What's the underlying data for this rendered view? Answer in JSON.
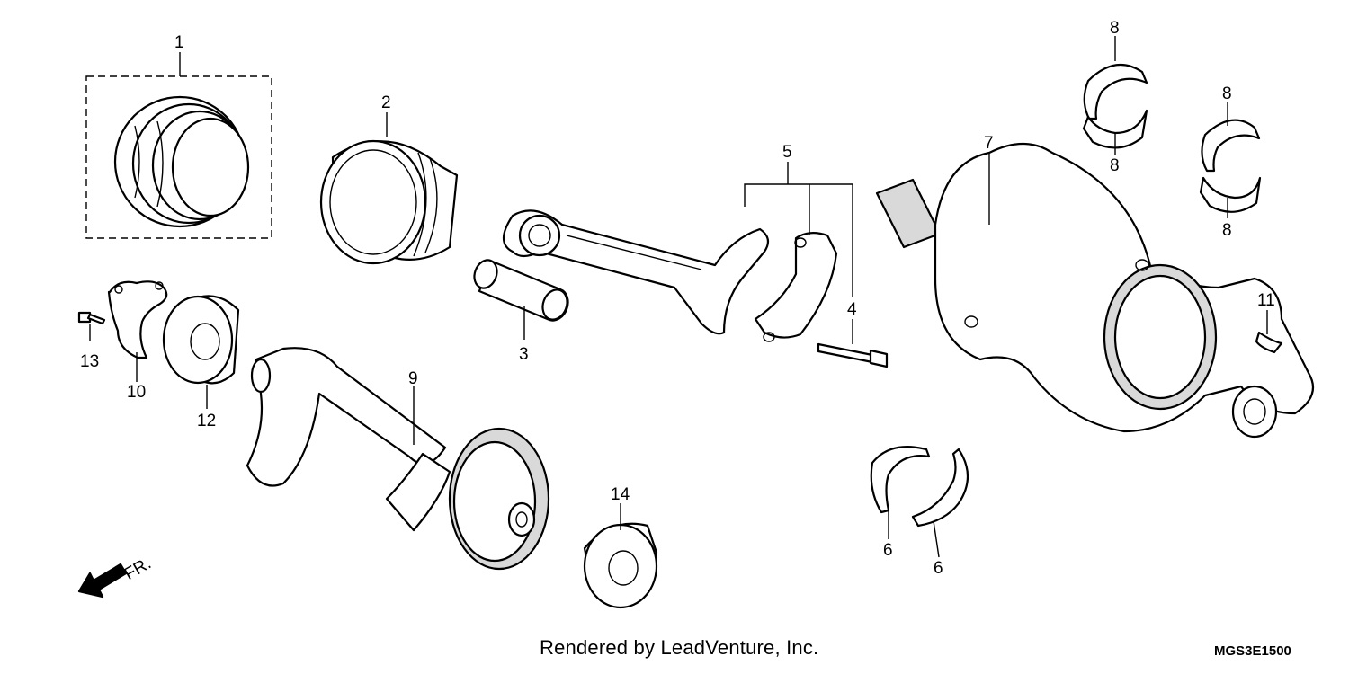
{
  "callouts": {
    "c1": "1",
    "c2": "2",
    "c3": "3",
    "c4": "4",
    "c5": "5",
    "c6a": "6",
    "c6b": "6",
    "c7": "7",
    "c8a": "8",
    "c8b": "8",
    "c8c": "8",
    "c8d": "8",
    "c9": "9",
    "c10": "10",
    "c11": "11",
    "c12": "12",
    "c13": "13",
    "c14": "14"
  },
  "direction": {
    "label": "FR."
  },
  "footer": {
    "credit": "Rendered by LeadVenture, Inc.",
    "code": "MGS3E1500"
  }
}
